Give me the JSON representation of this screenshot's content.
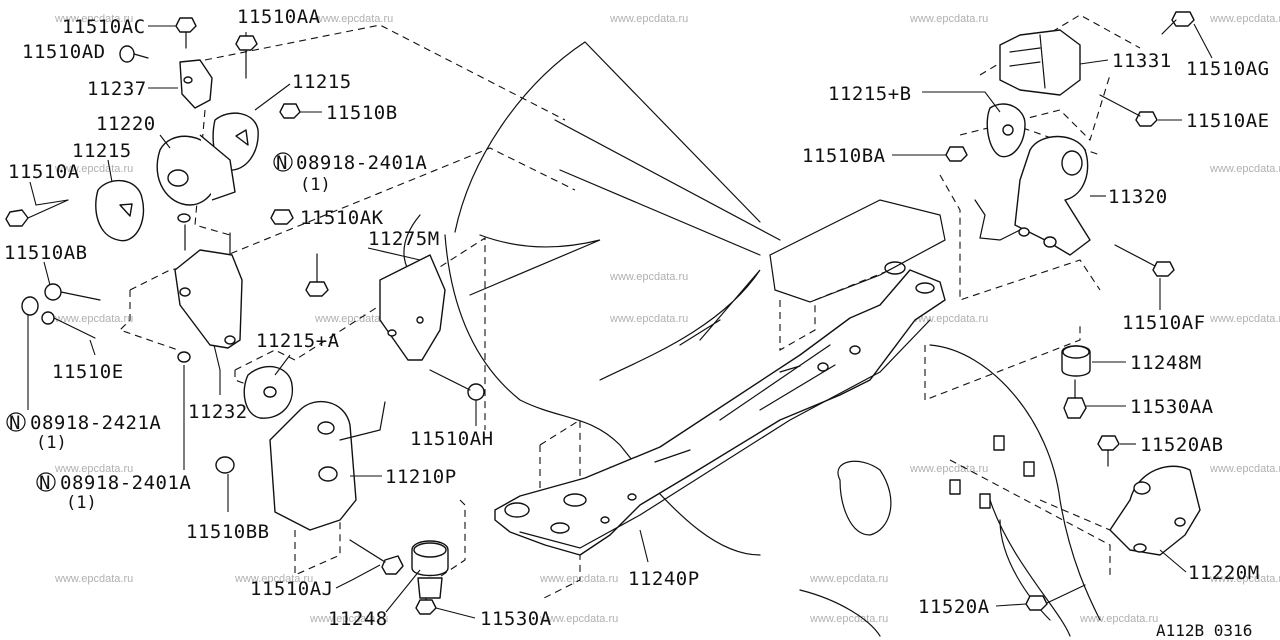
{
  "watermark": "www.epcdata.ru",
  "figure_ref": "A112B 0316",
  "nut_marker": "N",
  "labels": {
    "l_11510AC": "11510AC",
    "l_11510AA": "11510AA",
    "l_11510AD": "11510AD",
    "l_11237": "11237",
    "l_11215_top": "11215",
    "l_11220": "11220",
    "l_11215_left": "11215",
    "l_11510B": "11510B",
    "l_08918_2401A_top": "08918-2401A",
    "l_qty_top": "(1)",
    "l_11510A": "11510A",
    "l_11510AK": "11510AK",
    "l_11275M": "11275M",
    "l_11510AB": "11510AB",
    "l_11510E": "11510E",
    "l_11215A": "11215+A",
    "l_11232": "11232",
    "l_08918_2421A": "08918-2421A",
    "l_qty_mid": "(1)",
    "l_08918_2401A_low": "08918-2401A",
    "l_qty_low": "(1)",
    "l_11510AH": "11510AH",
    "l_11210P": "11210P",
    "l_11510BB": "11510BB",
    "l_11510AJ": "11510AJ",
    "l_11248": "11248",
    "l_11530A": "11530A",
    "l_11240P": "11240P",
    "l_11331": "11331",
    "l_11510AG": "11510AG",
    "l_11215B": "11215+B",
    "l_11510AE": "11510AE",
    "l_11510BA": "11510BA",
    "l_11320": "11320",
    "l_11510AF": "11510AF",
    "l_11248M": "11248M",
    "l_11530AA": "11530AA",
    "l_11520AB": "11520AB",
    "l_11220M": "11220M",
    "l_11520A": "11520A"
  }
}
